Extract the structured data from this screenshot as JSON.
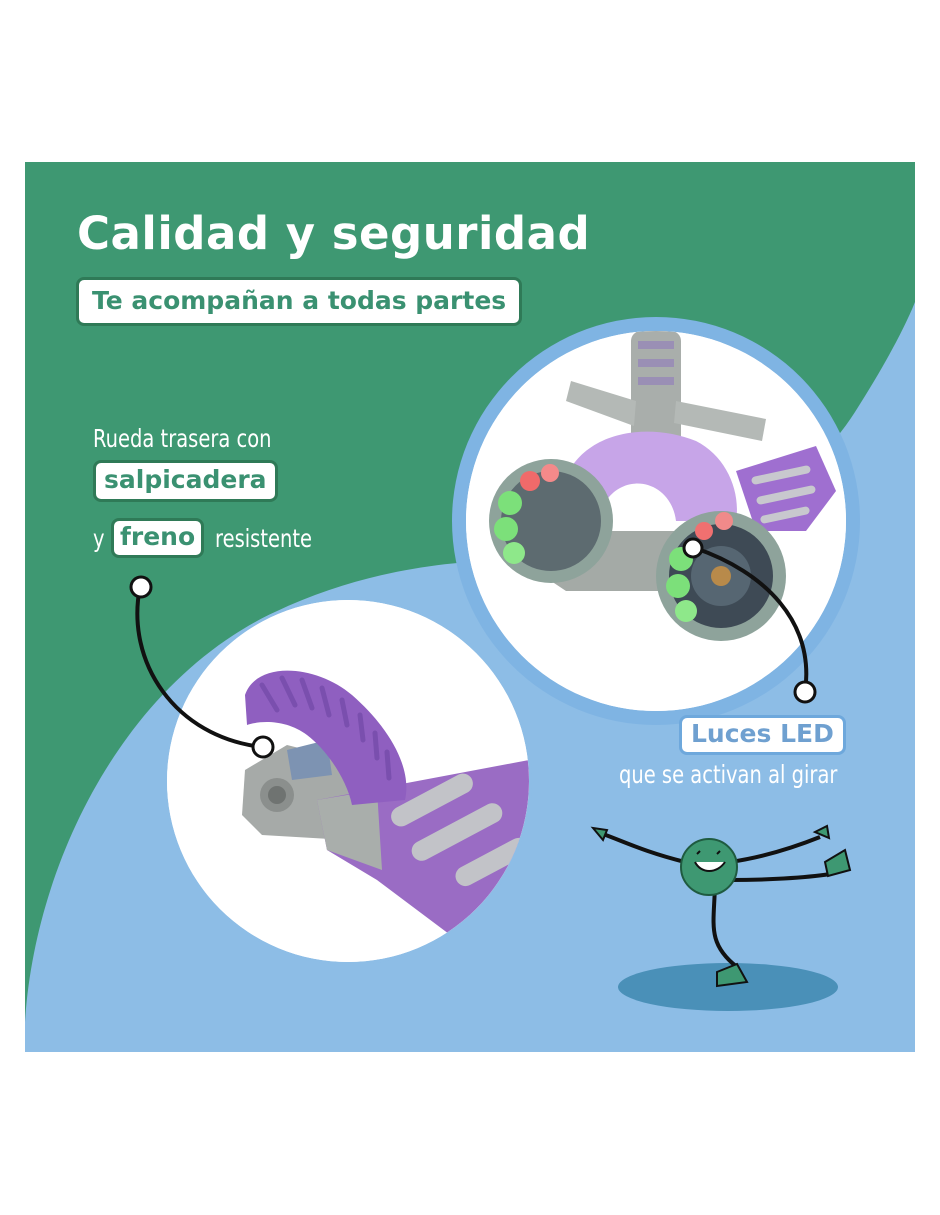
{
  "header": {
    "title": "Calidad y seguridad",
    "subtitle": "Te acompañan a todas partes"
  },
  "rear_wheel_callout": {
    "line1": "Rueda trasera con",
    "highlight1": "salpicadera",
    "connector": "y",
    "highlight2": "freno",
    "line3_rest": "resistente"
  },
  "led_callout": {
    "highlight": "Luces LED",
    "line2": "que se activan al girar"
  },
  "colors": {
    "green": "#3e9872",
    "light_blue": "#8dbde6",
    "purple": "#9b74c2",
    "white": "#ffffff"
  },
  "illustrations": {
    "front_photo": "scooter-front-wheels-led",
    "rear_photo": "scooter-rear-fender-brake",
    "mascot": "dancing-green-ball-mascot-icon"
  }
}
